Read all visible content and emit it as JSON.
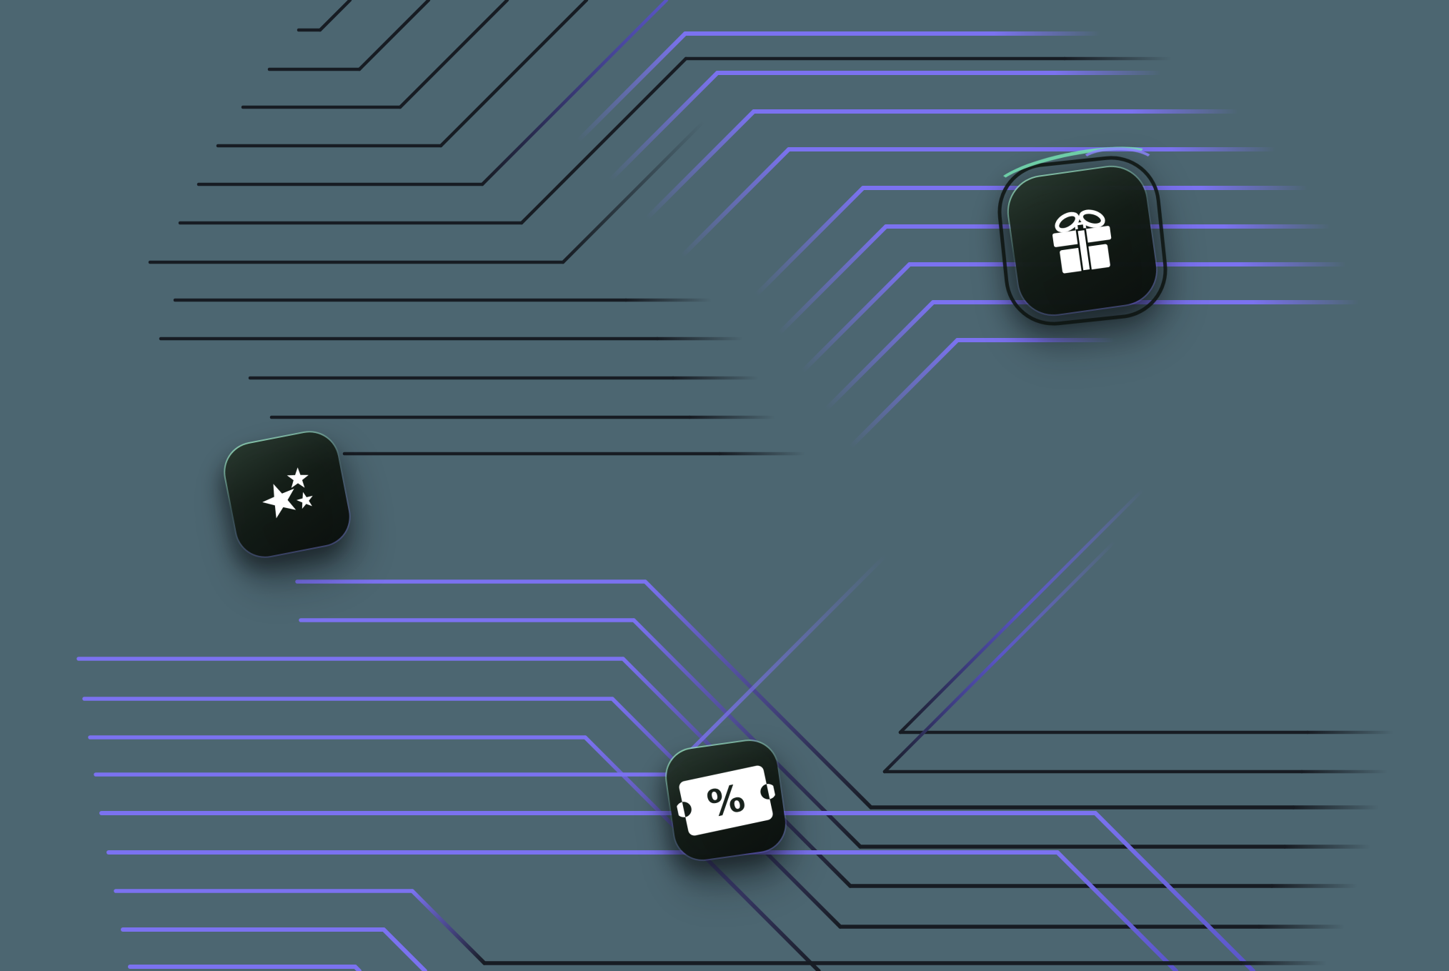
{
  "background": {
    "color": "#4c6671"
  },
  "traces": {
    "purple_color": "#7b72f0",
    "dark_color": "#171c23",
    "pattern": "45-degree circuit traces"
  },
  "tiles": [
    {
      "name": "gift-reward-tile",
      "icon": "gift-icon",
      "icon_color": "#ffffff",
      "tile_color": "#101913",
      "accent_teal": "#74e0b2",
      "accent_purple": "#8d83ff"
    },
    {
      "name": "sparkle-stars-tile",
      "icon": "stars-icon",
      "icon_color": "#ffffff",
      "tile_color": "#101913"
    },
    {
      "name": "discount-ticket-tile",
      "icon": "percent-ticket-icon",
      "glyph": "%",
      "icon_color": "#ffffff",
      "glyph_color": "#18221c",
      "tile_color": "#101913"
    }
  ]
}
